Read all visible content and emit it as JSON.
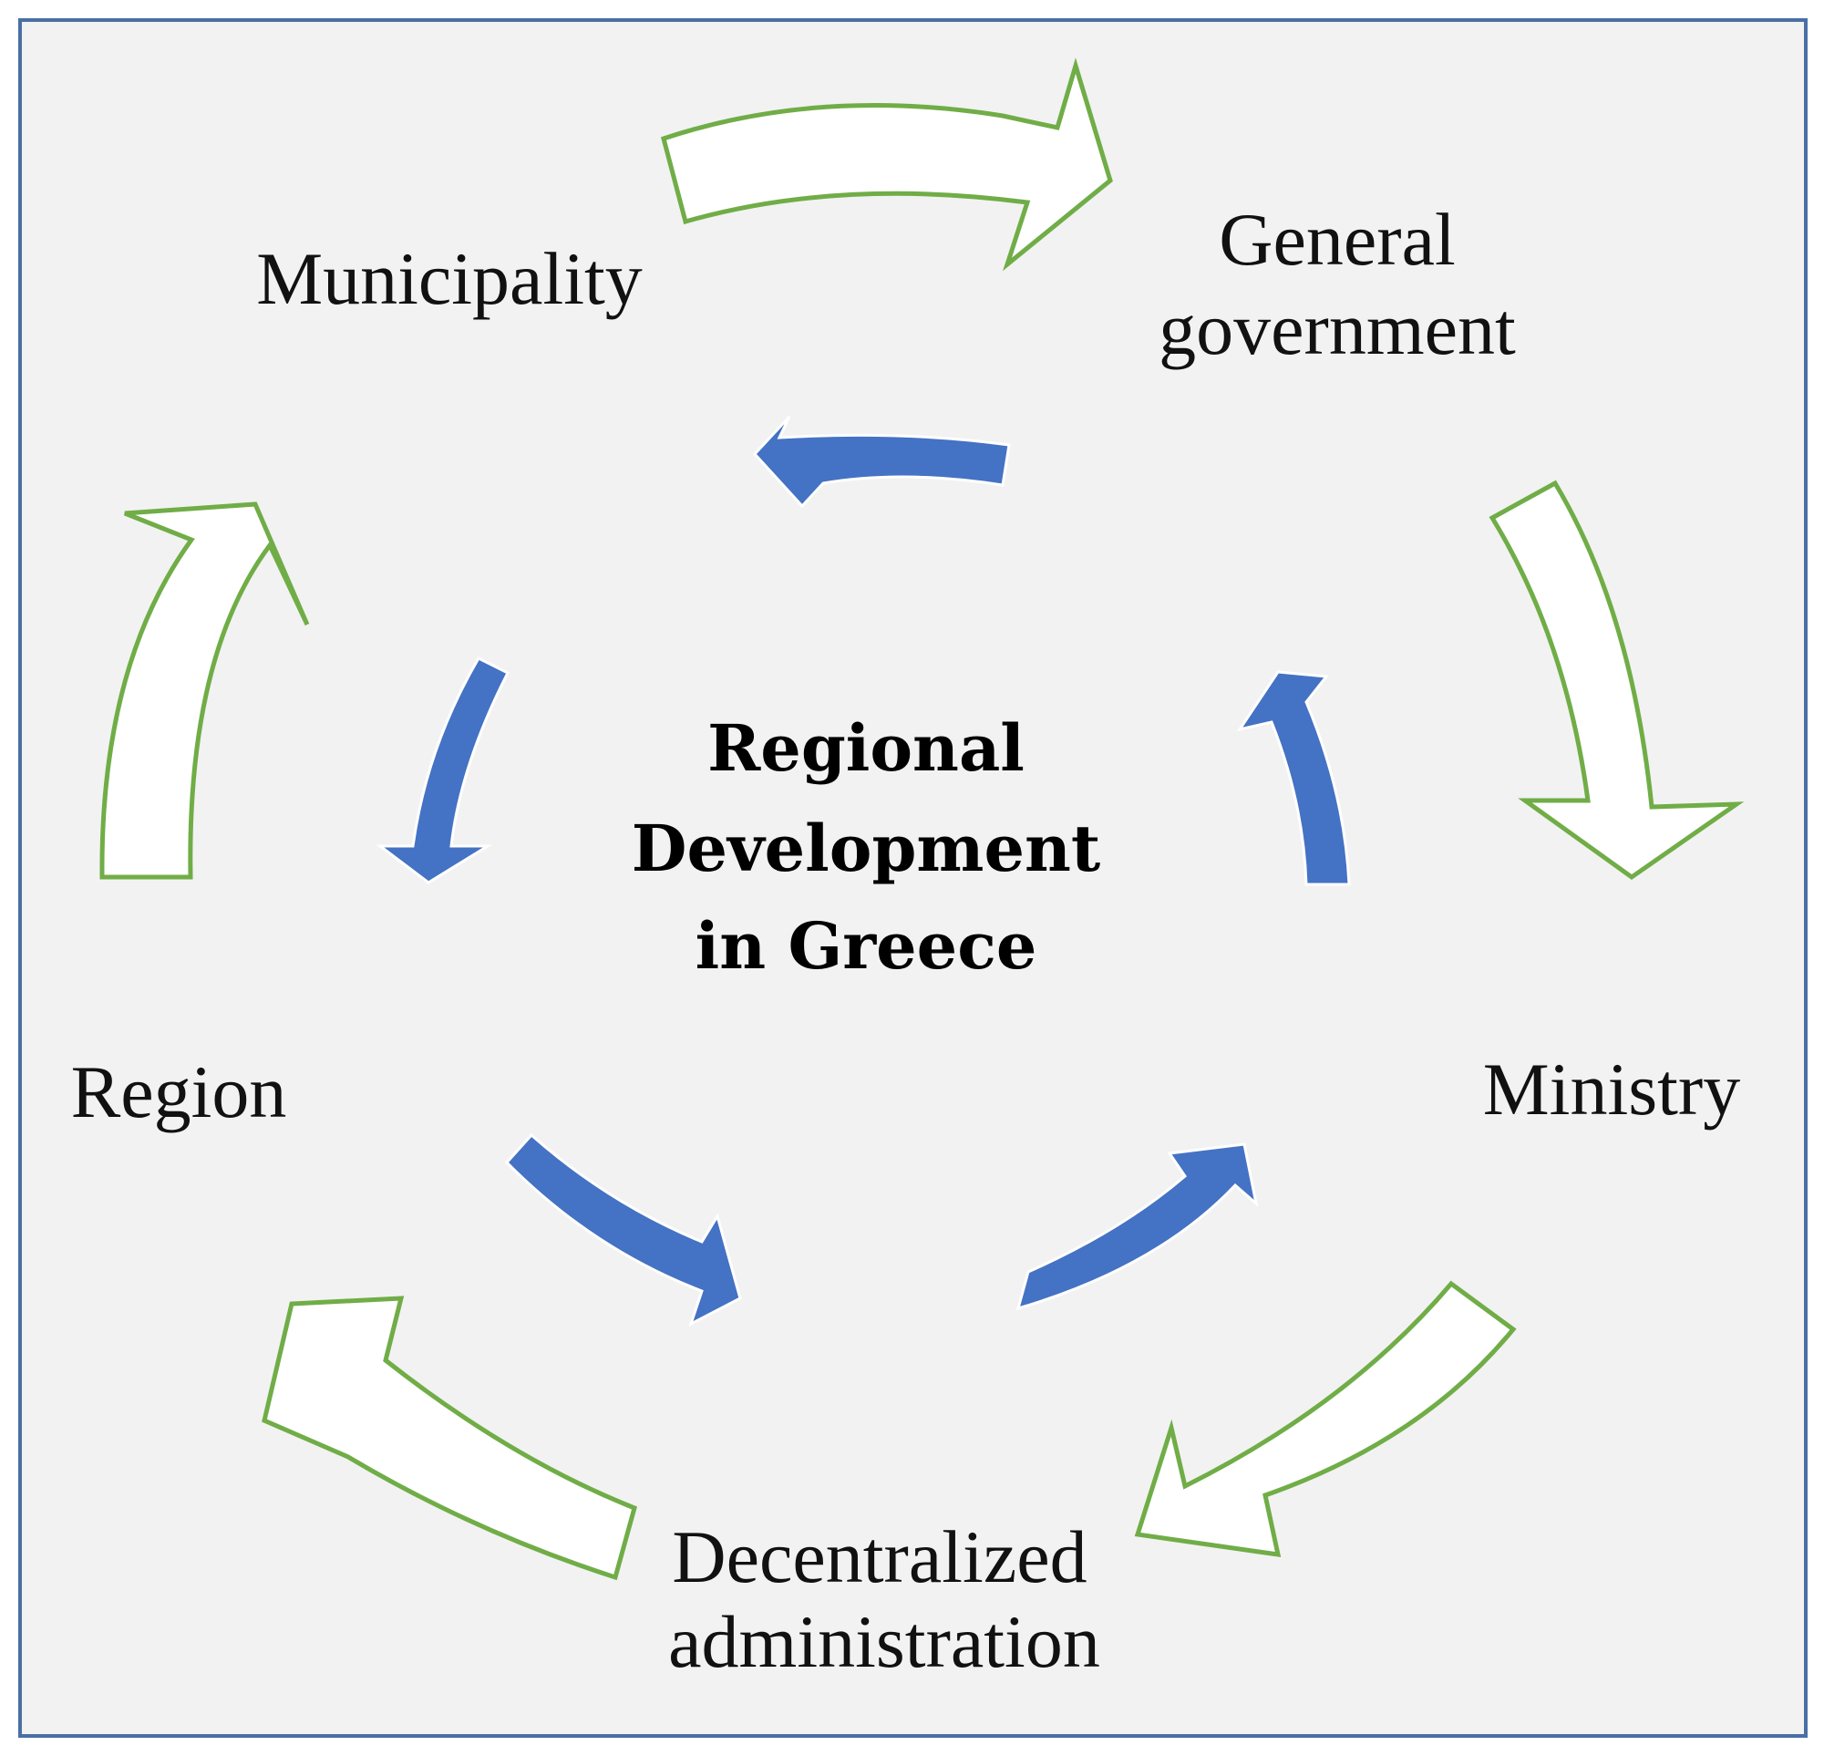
{
  "center": {
    "line1": "Regional",
    "line2": "Development",
    "line3": "in Greece"
  },
  "nodes": {
    "municipality": "Municipality",
    "general_government": {
      "line1": "General",
      "line2": "government"
    },
    "ministry": "Ministry",
    "decentralized_administration": {
      "line1": "Decentralized",
      "line2": "administration"
    },
    "region": "Region"
  },
  "colors": {
    "outer_arrow_fill": "#ffffff",
    "outer_arrow_stroke": "#70ad47",
    "inner_arrow_fill": "#4472c4",
    "frame_border": "#4a6fa5",
    "background": "#f2f2f2"
  }
}
